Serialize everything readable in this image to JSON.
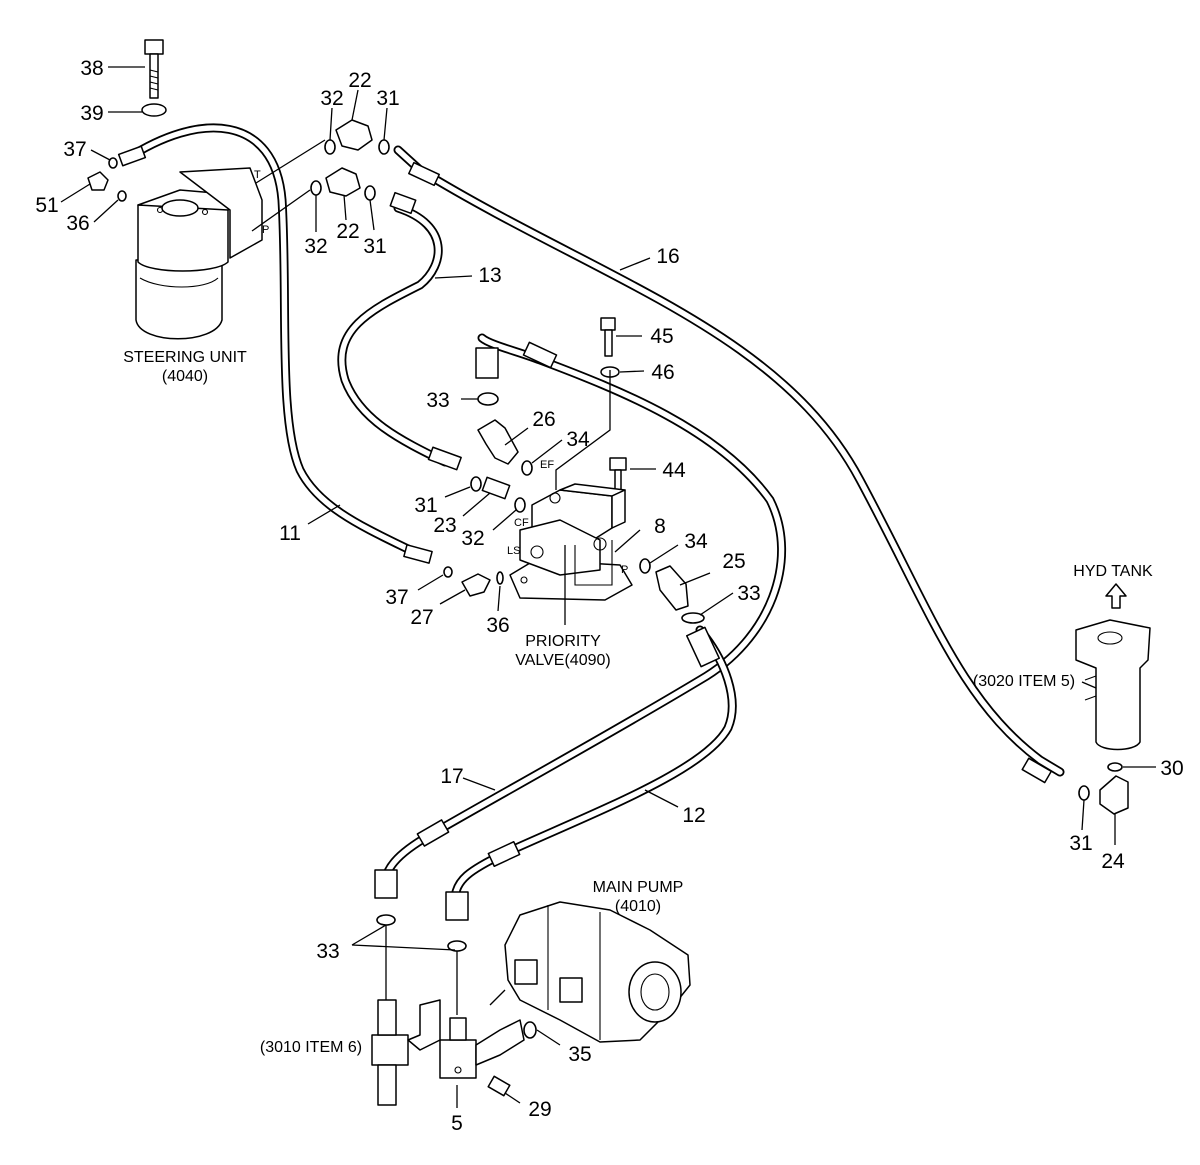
{
  "components": {
    "steering_unit": {
      "name": "STEERING UNIT",
      "code": "(4040)",
      "port_t": "T",
      "port_p": "P"
    },
    "priority_valve": {
      "name": "PRIORITY",
      "code": "VALVE(4090)",
      "port_ef": "EF",
      "port_cf": "CF",
      "port_ls": "LS",
      "port_p": "P"
    },
    "main_pump": {
      "name": "MAIN PUMP",
      "code": "(4010)"
    },
    "hyd_tank": {
      "name": "HYD TANK",
      "ref": "(3020 ITEM 5)"
    },
    "block_ref": "(3010 ITEM 6)"
  },
  "part_numbers": {
    "p38": "38",
    "p39": "39",
    "p37a": "37",
    "p51": "51",
    "p36a": "36",
    "p32a": "32",
    "p22a": "22",
    "p31a": "31",
    "p32b": "32",
    "p22b": "22",
    "p31b": "31",
    "p13": "13",
    "p16": "16",
    "p45": "45",
    "p46": "46",
    "p33a": "33",
    "p26": "26",
    "p34a": "34",
    "p44": "44",
    "p31c": "31",
    "p23": "23",
    "p32c": "32",
    "p8": "8",
    "p34b": "34",
    "p25": "25",
    "p33b": "33",
    "p11": "11",
    "p37b": "37",
    "p27": "27",
    "p36b": "36",
    "p17": "17",
    "p12": "12",
    "p33c": "33",
    "p35": "35",
    "p29": "29",
    "p5": "5",
    "p30": "30",
    "p31d": "31",
    "p24": "24"
  }
}
